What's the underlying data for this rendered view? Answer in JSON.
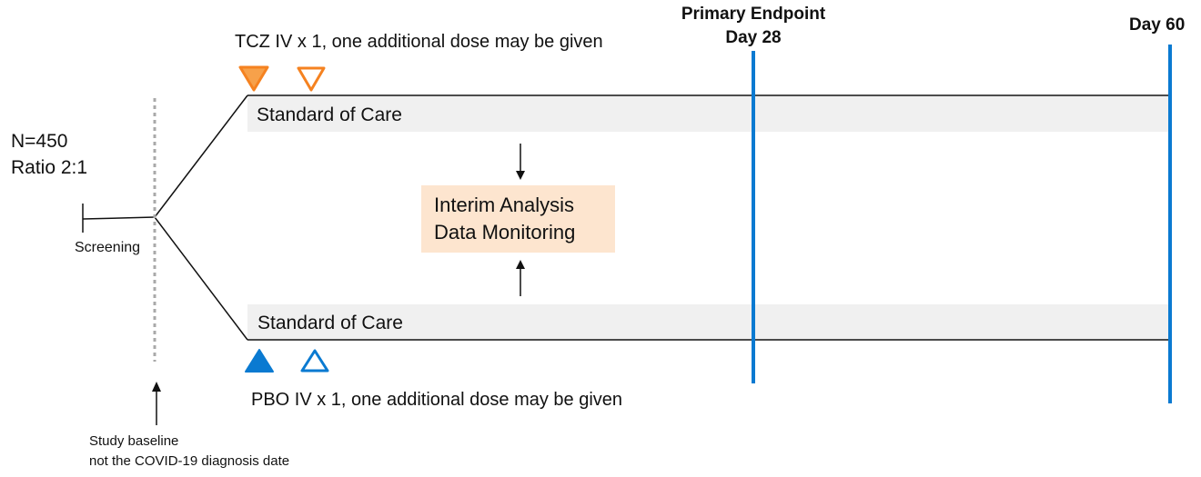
{
  "population": {
    "n": "N=450",
    "ratio": "Ratio 2:1"
  },
  "screening": {
    "label": "Screening"
  },
  "baseline": {
    "line1": "Study baseline",
    "line2": "not the COVID-19 diagnosis date"
  },
  "tcz_arm": {
    "dosing": "TCZ IV x 1, one additional dose may be given",
    "bar_label": "Standard of Care",
    "marker_color": "#f58220"
  },
  "pbo_arm": {
    "dosing": "PBO IV x 1, one additional dose may be given",
    "bar_label": "Standard of Care",
    "marker_color": "#0a7ad1"
  },
  "interim": {
    "line1": "Interim Analysis",
    "line2": "Data Monitoring",
    "box_color": "#fde5cf"
  },
  "primary_endpoint": {
    "line1": "Primary Endpoint",
    "line2": "Day 28",
    "line_color": "#0a7ad1"
  },
  "end_of_study": {
    "label": "Day 60",
    "line_color": "#0a7ad1"
  }
}
